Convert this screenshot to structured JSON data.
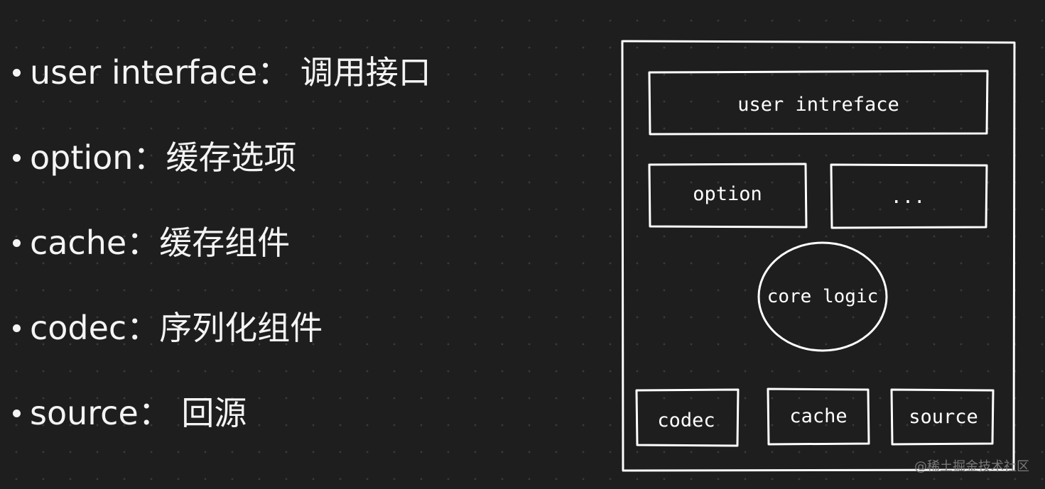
{
  "bullets": [
    {
      "term": "user interface",
      "sep": "：",
      "desc": " 调用接口"
    },
    {
      "term": "option",
      "sep": "：",
      "desc": "缓存选项"
    },
    {
      "term": "cache",
      "sep": "：",
      "desc": "缓存组件"
    },
    {
      "term": "codec",
      "sep": "：",
      "desc": "序列化组件"
    },
    {
      "term": "source",
      "sep": "：",
      "desc": " 回源"
    }
  ],
  "diagram": {
    "user_interface_label": "user intreface",
    "option_label": "option",
    "more_label": "...",
    "core_label": "core logic",
    "codec_label": "codec",
    "cache_label": "cache",
    "source_label": "source"
  },
  "watermark": "@稀土掘金技术社区",
  "colors": {
    "background": "#1e1e1e",
    "stroke": "#ffffff",
    "dot_grid": "#3a3a3a"
  }
}
